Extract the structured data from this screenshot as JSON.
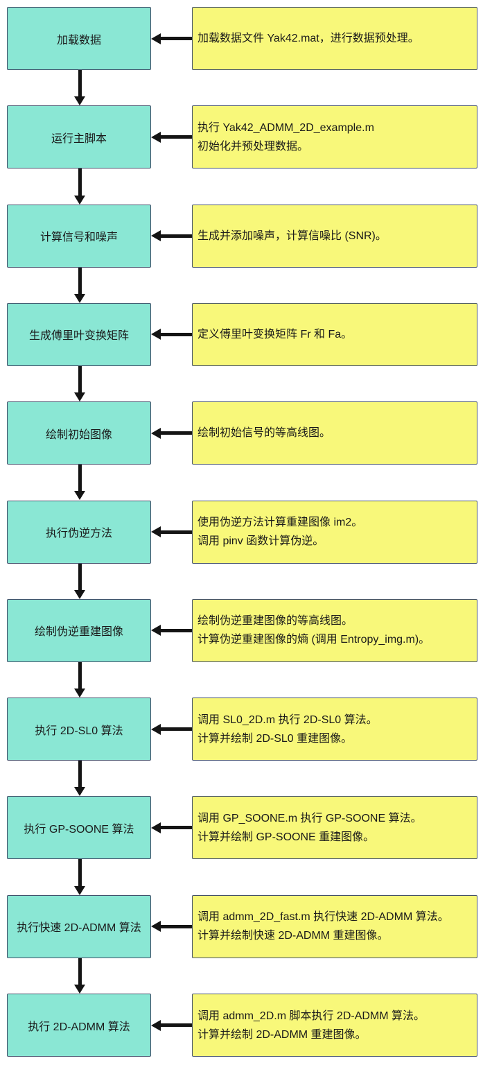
{
  "diagram": {
    "type": "flowchart",
    "direction": "top-to-bottom",
    "colors": {
      "step_fill": "#8AE7D4",
      "note_fill": "#F8F87A",
      "border": "#42506B",
      "arrow": "#141414",
      "background": "#FFFFFF"
    },
    "steps": [
      {
        "label": "加载数据",
        "note_lines": [
          "加载数据文件 Yak42.mat，进行数据预处理。"
        ]
      },
      {
        "label": "运行主脚本",
        "note_lines": [
          "执行 Yak42_ADMM_2D_example.m",
          "初始化并预处理数据。"
        ]
      },
      {
        "label": "计算信号和噪声",
        "note_lines": [
          "生成并添加噪声，计算信噪比 (SNR)。"
        ]
      },
      {
        "label": "生成傅里叶变换矩阵",
        "note_lines": [
          "定义傅里叶变换矩阵 Fr 和 Fa。"
        ]
      },
      {
        "label": "绘制初始图像",
        "note_lines": [
          "绘制初始信号的等高线图。"
        ]
      },
      {
        "label": "执行伪逆方法",
        "note_lines": [
          "使用伪逆方法计算重建图像 im2。",
          "调用 pinv 函数计算伪逆。"
        ]
      },
      {
        "label": "绘制伪逆重建图像",
        "note_lines": [
          "绘制伪逆重建图像的等高线图。",
          "计算伪逆重建图像的熵 (调用 Entropy_img.m)。"
        ]
      },
      {
        "label": "执行 2D-SL0 算法",
        "note_lines": [
          "调用 SL0_2D.m 执行 2D-SL0 算法。",
          "计算并绘制 2D-SL0 重建图像。"
        ]
      },
      {
        "label": "执行 GP-SOONE 算法",
        "note_lines": [
          "调用 GP_SOONE.m 执行 GP-SOONE 算法。",
          "计算并绘制 GP-SOONE 重建图像。"
        ]
      },
      {
        "label": "执行快速 2D-ADMM 算法",
        "note_lines": [
          "调用 admm_2D_fast.m 执行快速 2D-ADMM 算法。",
          "计算并绘制快速 2D-ADMM 重建图像。"
        ]
      },
      {
        "label": "执行 2D-ADMM 算法",
        "note_lines": [
          "调用 admm_2D.m 脚本执行 2D-ADMM 算法。",
          "计算并绘制 2D-ADMM 重建图像。"
        ]
      }
    ]
  }
}
